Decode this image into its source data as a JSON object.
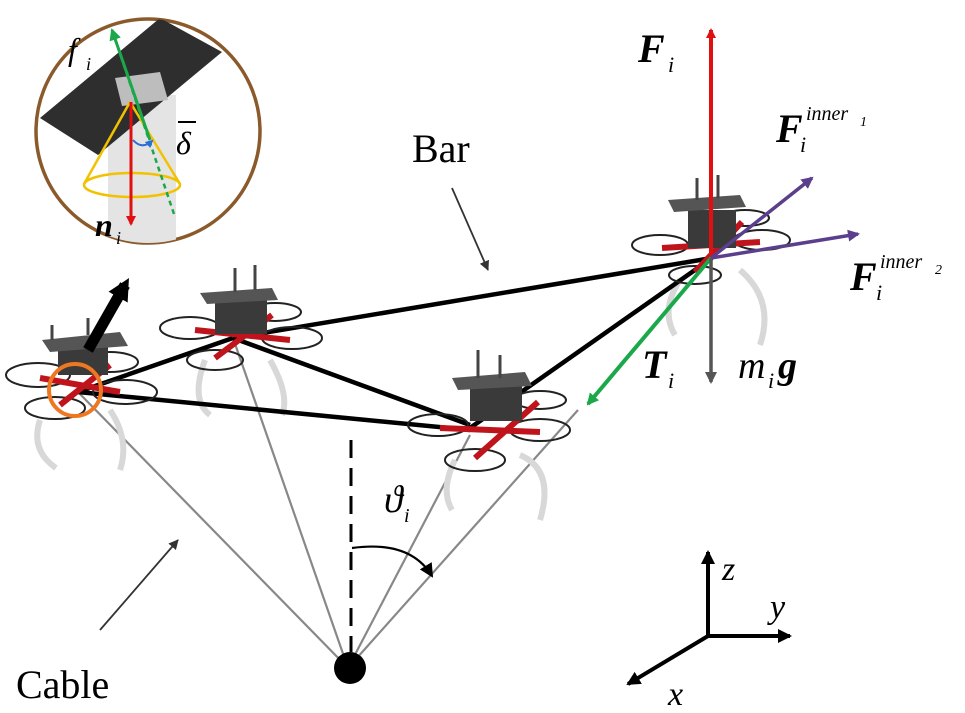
{
  "labels": {
    "bar": "Bar",
    "cable": "Cable",
    "force_main": "F",
    "force_sub": "i",
    "inner1_main": "F",
    "inner1_sub": "i",
    "inner1_sup": "inner",
    "inner1_sup_sub": "1",
    "inner2_main": "F",
    "inner2_sub": "i",
    "inner2_sup": "inner",
    "inner2_sup_sub": "2",
    "tension_main": "T",
    "tension_sub": "i",
    "gravity_m": "m",
    "gravity_sub": "i",
    "gravity_g": "g",
    "angle_main": "ϑ",
    "angle_sub": "i",
    "inset_f": "f",
    "inset_f_sub": "i",
    "inset_n": "n",
    "inset_n_sub": "i",
    "inset_delta": "δ",
    "axis_x": "x",
    "axis_y": "y",
    "axis_z": "z"
  },
  "colors": {
    "force_up": "#e01010",
    "inner_forces": "#5b3f8c",
    "tension": "#1aa84a",
    "gravity": "#555555",
    "inset_ring": "#8b5a2b",
    "inset_highlight": "#ee7722",
    "cone": "#f2c200",
    "cable": "#888888",
    "bar": "#000000"
  }
}
